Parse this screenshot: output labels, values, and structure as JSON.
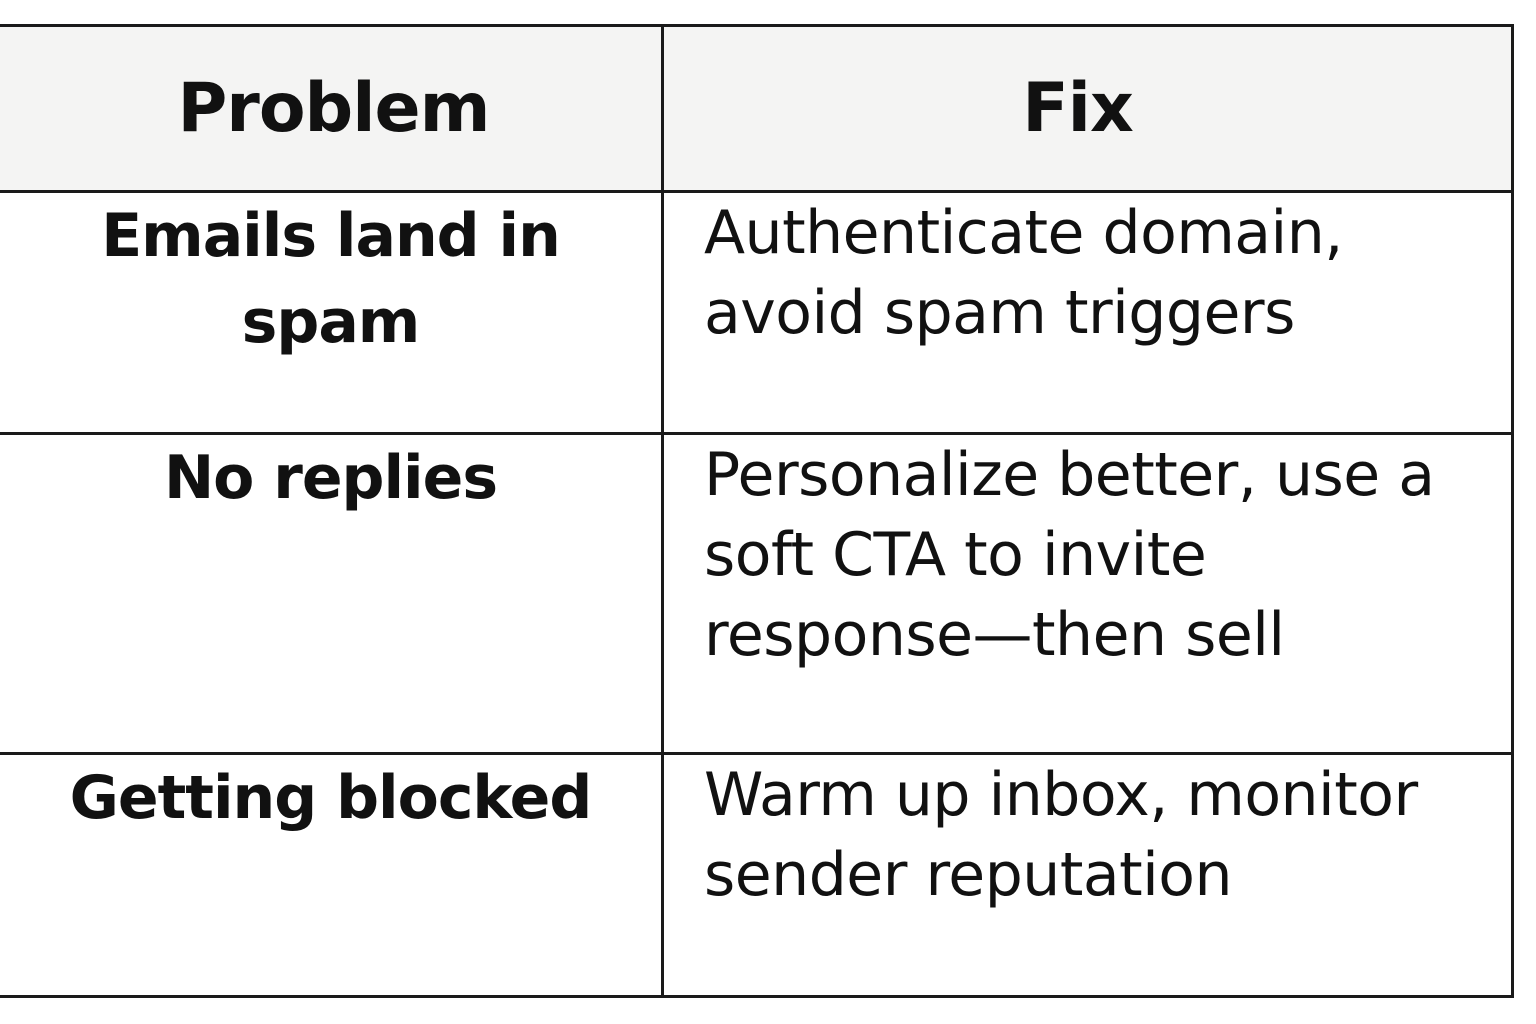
{
  "table": {
    "headers": [
      "Problem",
      "Fix"
    ],
    "rows": [
      {
        "problem": "Emails land in spam",
        "fix": "Authenticate domain, avoid spam triggers"
      },
      {
        "problem": "No replies",
        "fix": "Personalize better, use a soft CTA to invite response—then sell"
      },
      {
        "problem": "Getting blocked",
        "fix": "Warm up inbox, monitor sender reputation"
      }
    ]
  }
}
